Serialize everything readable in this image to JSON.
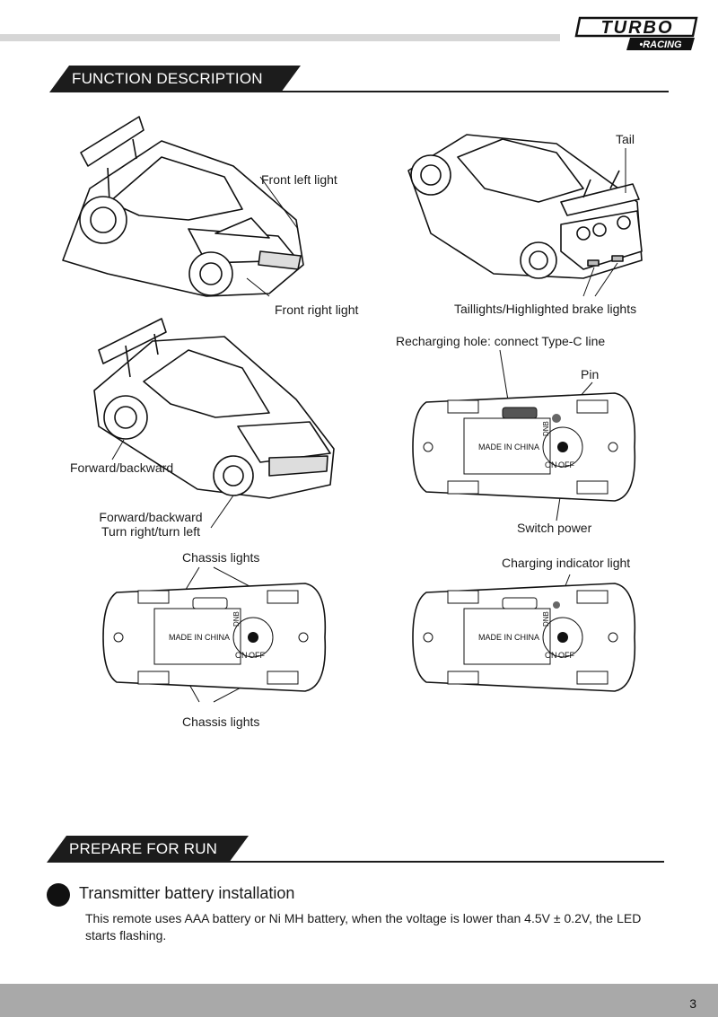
{
  "brand": {
    "line1": "TURBO",
    "line2": "•RACING"
  },
  "sections": {
    "function": "FUNCTION DESCRIPTION",
    "prepare": "PREPARE FOR RUN"
  },
  "labels": {
    "front_left_light": "Front left light",
    "front_right_light": "Front right light",
    "tail": "Tail",
    "taillights": "Taillights/Highlighted brake lights",
    "forward_backward_1": "Forward/backward",
    "forward_backward_2": "Forward/backward",
    "turn": "Turn right/turn left",
    "recharging_hole": "Recharging hole: connect Type-C line",
    "pin": "Pin",
    "switch_power": "Switch power",
    "chassis_lights_top": "Chassis lights",
    "chassis_lights_bottom": "Chassis lights",
    "charging_indicator": "Charging indicator light"
  },
  "chassis_text": {
    "made_in": "MADE IN CHINA",
    "on": "ON",
    "off": "OFF",
    "dnb": "DNB"
  },
  "prepare": {
    "subheading": "Transmitter battery installation",
    "body": "This remote uses AAA battery or Ni MH battery, when the voltage is lower than 4.5V ± 0.2V, the LED starts flashing."
  },
  "page_number": "3"
}
